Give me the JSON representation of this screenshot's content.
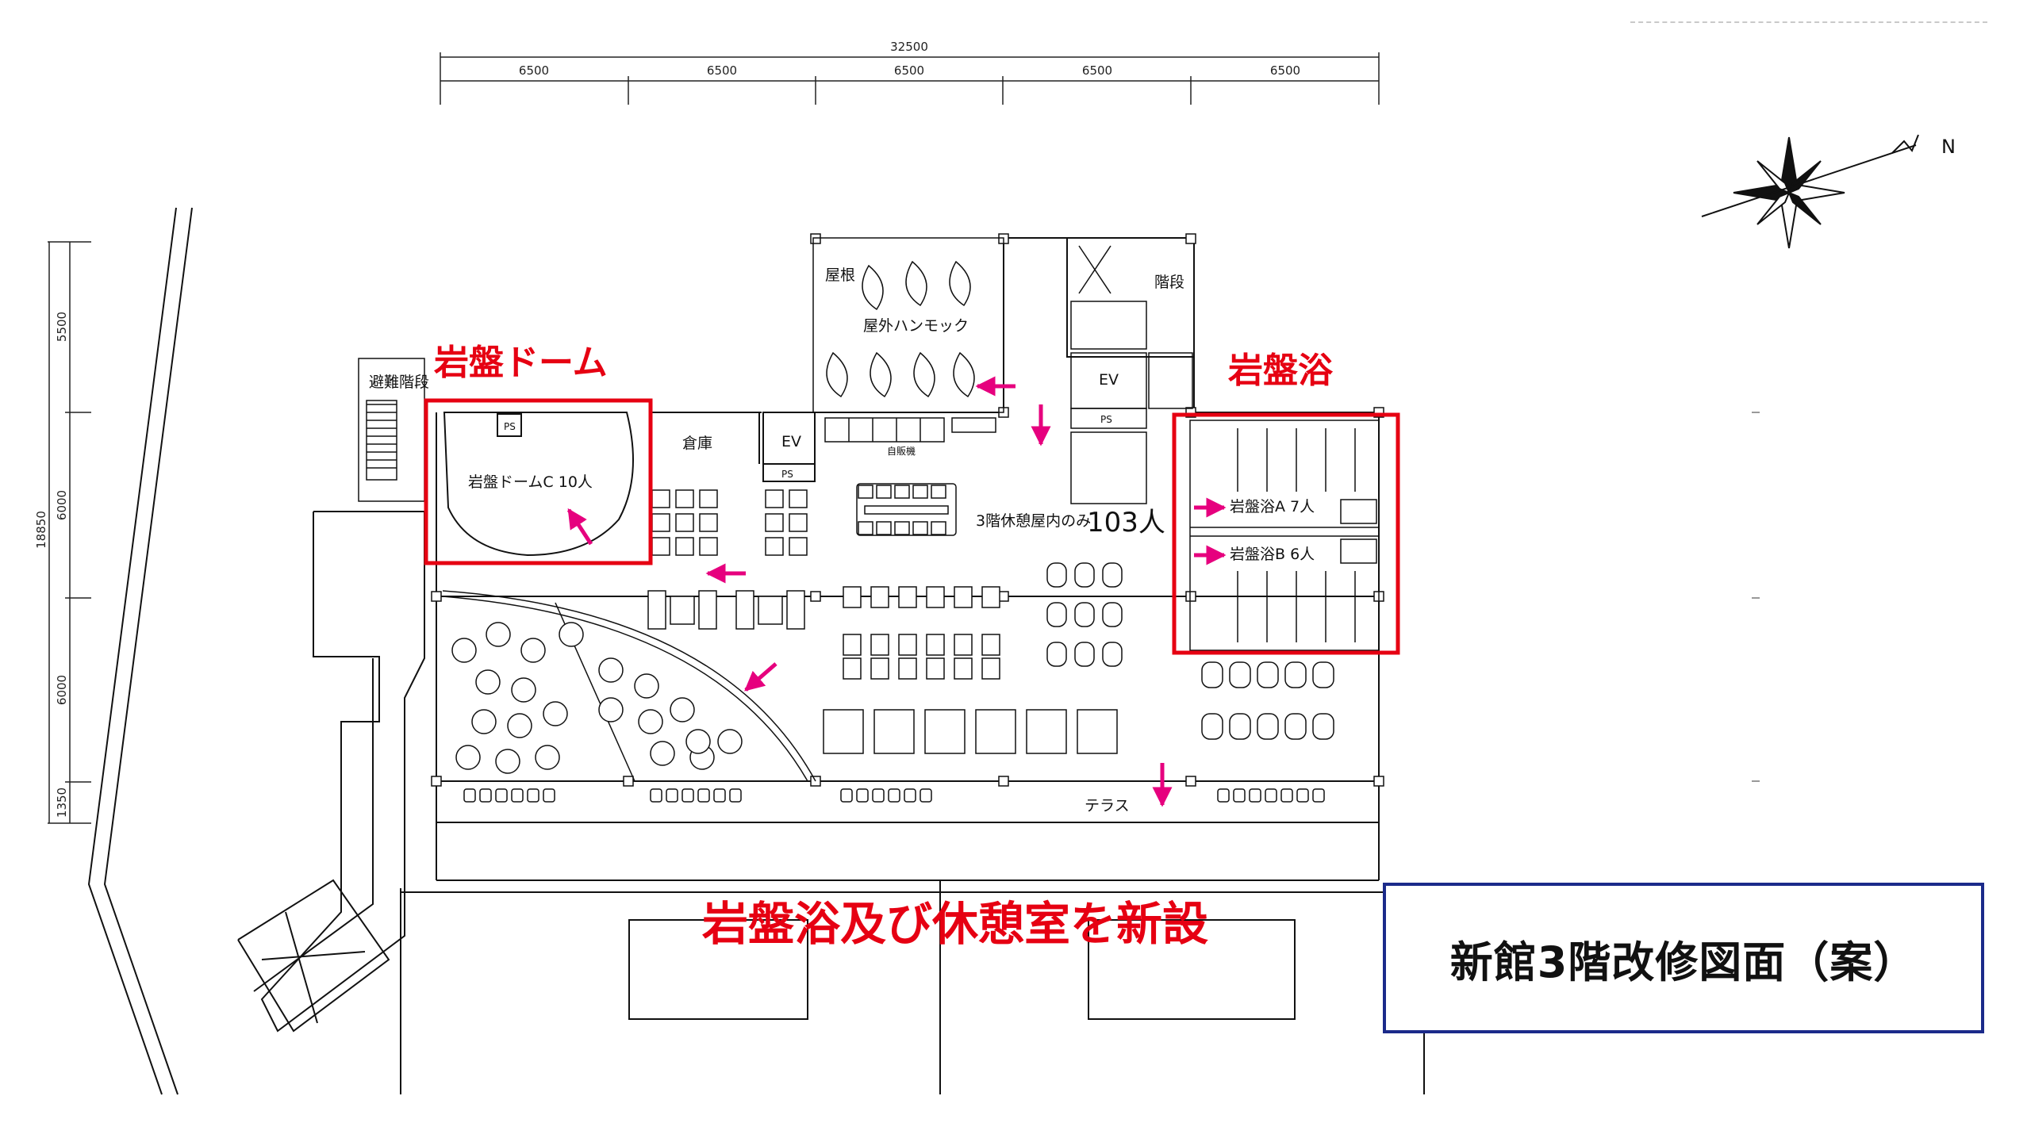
{
  "dimensions": {
    "total_width": "32500",
    "bays": [
      "6500",
      "6500",
      "6500",
      "6500",
      "6500"
    ],
    "total_depth": "18850",
    "rows": [
      "5500",
      "6000",
      "6000",
      "1350"
    ]
  },
  "labels": {
    "evac_stairs": "避難階段",
    "dome_room": "岩盤ドームC 10人",
    "ps": "PS",
    "storage": "倉庫",
    "ev": "EV",
    "roof": "屋根",
    "hammock": "屋外ハンモック",
    "stairs": "階段",
    "vending": "自販機",
    "lounge_capacity_prefix": "3階休憩屋内のみ",
    "lounge_capacity": "103人",
    "bath_a": "岩盤浴A 7人",
    "bath_b": "岩盤浴B 6人",
    "terrace": "テラス"
  },
  "callouts": {
    "dome": "岩盤ドーム",
    "bath": "岩盤浴",
    "new_facility": "岩盤浴及び休憩室を新設"
  },
  "title": "新館3階改修図面（案）",
  "colors": {
    "highlight": "#e60012",
    "arrow": "#e6007e",
    "title_border": "#1b2a8a",
    "line": "#111111"
  }
}
